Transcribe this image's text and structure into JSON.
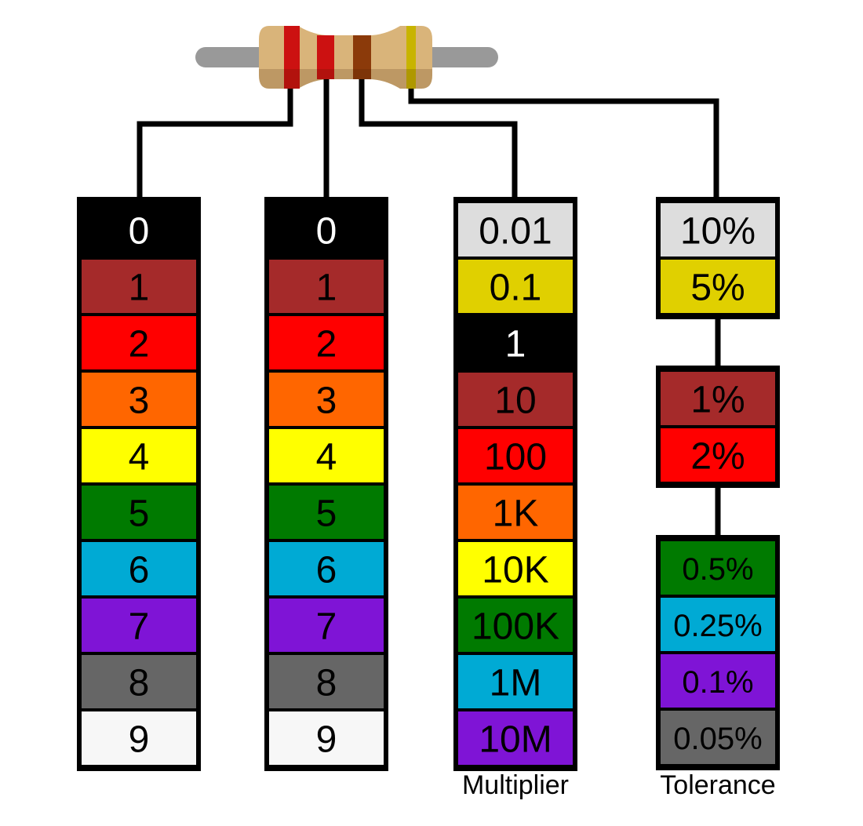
{
  "columns": [
    {
      "id": "digit1",
      "label": "",
      "groups": [
        [
          {
            "text": "0",
            "color": "#000000",
            "text_color": "#ffffff"
          },
          {
            "text": "1",
            "color": "#a52a2a",
            "text_color": "#000000"
          },
          {
            "text": "2",
            "color": "#ff0000",
            "text_color": "#000000"
          },
          {
            "text": "3",
            "color": "#ff6600",
            "text_color": "#000000"
          },
          {
            "text": "4",
            "color": "#ffff00",
            "text_color": "#000000"
          },
          {
            "text": "5",
            "color": "#007a00",
            "text_color": "#000000"
          },
          {
            "text": "6",
            "color": "#00aad4",
            "text_color": "#000000"
          },
          {
            "text": "7",
            "color": "#7f14d6",
            "text_color": "#000000"
          },
          {
            "text": "8",
            "color": "#666666",
            "text_color": "#000000"
          },
          {
            "text": "9",
            "color": "#f7f7f7",
            "text_color": "#000000"
          }
        ]
      ]
    },
    {
      "id": "digit2",
      "label": "",
      "groups": [
        [
          {
            "text": "0",
            "color": "#000000",
            "text_color": "#ffffff"
          },
          {
            "text": "1",
            "color": "#a52a2a",
            "text_color": "#000000"
          },
          {
            "text": "2",
            "color": "#ff0000",
            "text_color": "#000000"
          },
          {
            "text": "3",
            "color": "#ff6600",
            "text_color": "#000000"
          },
          {
            "text": "4",
            "color": "#ffff00",
            "text_color": "#000000"
          },
          {
            "text": "5",
            "color": "#007a00",
            "text_color": "#000000"
          },
          {
            "text": "6",
            "color": "#00aad4",
            "text_color": "#000000"
          },
          {
            "text": "7",
            "color": "#7f14d6",
            "text_color": "#000000"
          },
          {
            "text": "8",
            "color": "#666666",
            "text_color": "#000000"
          },
          {
            "text": "9",
            "color": "#f7f7f7",
            "text_color": "#000000"
          }
        ]
      ]
    },
    {
      "id": "multiplier",
      "label": "Multiplier",
      "groups": [
        [
          {
            "text": "0.01",
            "color": "#dddddd",
            "text_color": "#000000"
          },
          {
            "text": "0.1",
            "color": "#e0d000",
            "text_color": "#000000"
          },
          {
            "text": "1",
            "color": "#000000",
            "text_color": "#ffffff"
          },
          {
            "text": "10",
            "color": "#a52a2a",
            "text_color": "#000000"
          },
          {
            "text": "100",
            "color": "#ff0000",
            "text_color": "#000000"
          },
          {
            "text": "1K",
            "color": "#ff6600",
            "text_color": "#000000"
          },
          {
            "text": "10K",
            "color": "#ffff00",
            "text_color": "#000000"
          },
          {
            "text": "100K",
            "color": "#007a00",
            "text_color": "#000000"
          },
          {
            "text": "1M",
            "color": "#00aad4",
            "text_color": "#000000"
          },
          {
            "text": "10M",
            "color": "#7f14d6",
            "text_color": "#000000"
          }
        ]
      ]
    },
    {
      "id": "tolerance",
      "label": "Tolerance",
      "groups": [
        [
          {
            "text": "10%",
            "color": "#dddddd",
            "text_color": "#000000"
          },
          {
            "text": "5%",
            "color": "#e0d000",
            "text_color": "#000000"
          }
        ],
        [
          {
            "text": "1%",
            "color": "#a52a2a",
            "text_color": "#000000"
          },
          {
            "text": "2%",
            "color": "#ff0000",
            "text_color": "#000000"
          }
        ],
        [
          {
            "text": "0.5%",
            "color": "#007a00",
            "text_color": "#000000"
          },
          {
            "text": "0.25%",
            "color": "#00aad4",
            "text_color": "#000000"
          },
          {
            "text": "0.1%",
            "color": "#7f14d6",
            "text_color": "#000000"
          },
          {
            "text": "0.05%",
            "color": "#666666",
            "text_color": "#000000"
          }
        ]
      ]
    }
  ],
  "resistor": {
    "body_color": "#d9b47a",
    "lead_color": "#999999",
    "bands": [
      "#cc1111",
      "#cc1111",
      "#8b3a0a",
      "#c8b400"
    ]
  }
}
